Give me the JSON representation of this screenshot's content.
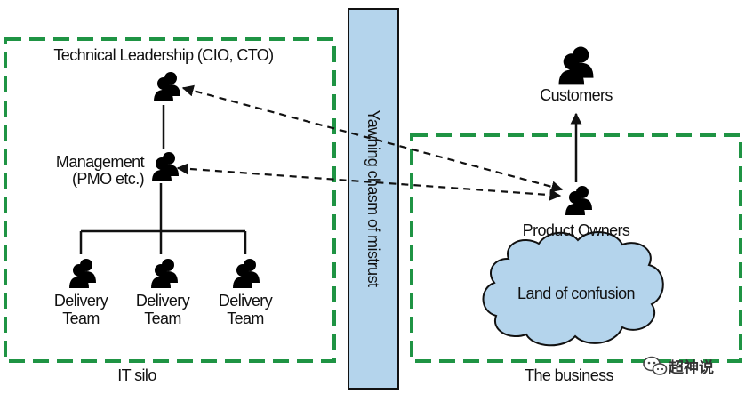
{
  "it_silo": {
    "label": "IT silo",
    "technical_leadership_label": "Technical Leadership (CIO, CTO)",
    "management_label_line1": "Management",
    "management_label_line2": "(PMO etc.)",
    "teams": [
      {
        "line1": "Delivery",
        "line2": "Team"
      },
      {
        "line1": "Delivery",
        "line2": "Team"
      },
      {
        "line1": "Delivery",
        "line2": "Team"
      }
    ]
  },
  "chasm": {
    "label": "Yawning chasm of mistrust"
  },
  "business": {
    "label": "The business",
    "customers_label": "Customers",
    "product_owners_label": "Product Owners",
    "cloud_label": "Land of confusion"
  },
  "watermark": {
    "text": "超神说"
  },
  "colors": {
    "silo_border": "#1f9444",
    "chasm_fill": "#b4d4ec",
    "cloud_fill": "#b4d4ec",
    "outline": "#111111"
  },
  "icons": [
    "person-pair-icon",
    "arrowhead-icon",
    "cloud-icon",
    "wechat-logo-icon"
  ]
}
